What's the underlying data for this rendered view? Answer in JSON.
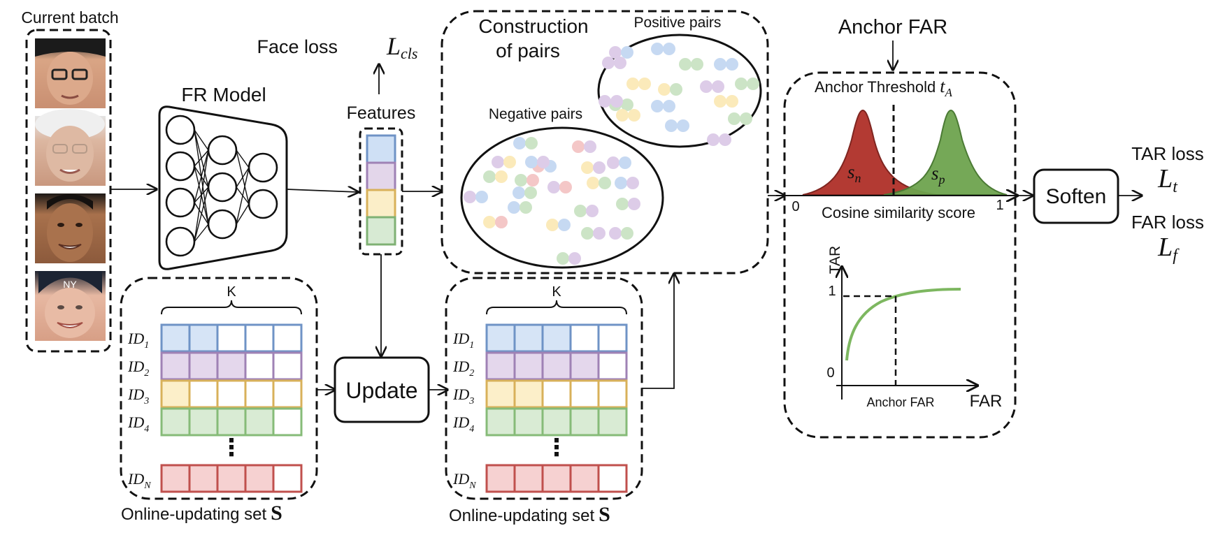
{
  "batch": {
    "title": "Current batch"
  },
  "fr_model": {
    "title": "FR Model"
  },
  "face_loss": {
    "label": "Face loss",
    "symbol": "L",
    "sub": "cls"
  },
  "features": {
    "title": "Features",
    "colors": [
      "#cfe0f5",
      "#e3d6ea",
      "#fbeec8",
      "#d7ead3"
    ],
    "borders": [
      "#6f93c6",
      "#9f82b5",
      "#d8b15a",
      "#7fb174"
    ]
  },
  "pairs": {
    "title_line1": "Construction",
    "title_line2": "of pairs",
    "positive_label": "Positive pairs",
    "negative_label": "Negative pairs",
    "dot_colors": [
      "#c6d9f2",
      "#ddcce8",
      "#fbeaba",
      "#cce4c6",
      "#f4c7c7"
    ]
  },
  "online_set_1": {
    "k_label": "K",
    "ids": [
      {
        "base": "ID",
        "sub": "1"
      },
      {
        "base": "ID",
        "sub": "2"
      },
      {
        "base": "ID",
        "sub": "3"
      },
      {
        "base": "ID",
        "sub": "4"
      },
      {
        "base": "ID",
        "sub": "N"
      }
    ],
    "filled": [
      2,
      3,
      1,
      4,
      4
    ],
    "ellipsis": "⋮",
    "caption": "Online-updating set",
    "caption_symbol": "S"
  },
  "update": {
    "label": "Update"
  },
  "online_set_2": {
    "k_label": "K",
    "ids": [
      {
        "base": "ID",
        "sub": "1"
      },
      {
        "base": "ID",
        "sub": "2"
      },
      {
        "base": "ID",
        "sub": "3"
      },
      {
        "base": "ID",
        "sub": "4"
      },
      {
        "base": "ID",
        "sub": "N"
      }
    ],
    "filled": [
      3,
      4,
      2,
      5,
      4
    ],
    "ellipsis": "⋮",
    "caption": "Online-updating set",
    "caption_symbol": "S"
  },
  "row_colors": {
    "fill": [
      "#d6e4f6",
      "#e4d7ec",
      "#fcefc9",
      "#d9ebd4",
      "#f6d1d1"
    ],
    "stroke": [
      "#6f93c6",
      "#9f82b5",
      "#d8b15a",
      "#86bb78",
      "#c0504d"
    ]
  },
  "anchor": {
    "far_title": "Anchor FAR",
    "threshold_label": "Anchor Threshold",
    "threshold_symbol": "t",
    "threshold_sub": "A",
    "sn_symbol": "s",
    "sn_sub": "n",
    "sp_symbol": "s",
    "sp_sub": "p",
    "axis_zero": "0",
    "axis_one": "1",
    "axis_caption": "Cosine similarity score",
    "neg_color": "#b33a33",
    "pos_color": "#6ea34e"
  },
  "roc": {
    "y_label": "TAR",
    "y_one": "1",
    "y_zero": "0",
    "x_label": "FAR",
    "x_marker": "Anchor FAR",
    "curve_color": "#7db760"
  },
  "soften": {
    "label": "Soften"
  },
  "outputs": {
    "tar_loss": "TAR loss",
    "tar_symbol": "L",
    "tar_sub": "t",
    "far_loss": "FAR loss",
    "far_symbol": "L",
    "far_sub": "f"
  }
}
